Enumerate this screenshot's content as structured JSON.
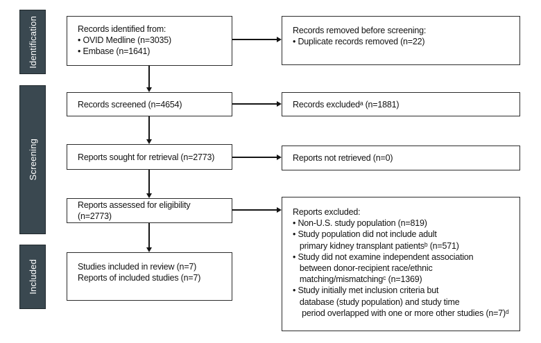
{
  "diagram_type": "prisma-flow-diagram",
  "colors": {
    "stage_bar_fill": "#3a4850",
    "stage_bar_text": "#ffffff",
    "box_border": "#2b2b2b",
    "box_background": "#ffffff",
    "arrow": "#141414",
    "text": "#121212"
  },
  "stages": {
    "identification": {
      "label": "Identification"
    },
    "screening": {
      "label": "Screening"
    },
    "included": {
      "label": "Included"
    }
  },
  "left_boxes": {
    "records_identified": {
      "lines": [
        "Records identified from:",
        "• OVID Medline (n=3035)",
        "• Embase (n=1641)"
      ]
    },
    "records_screened": {
      "lines": [
        "Records screened (n=4654)"
      ]
    },
    "reports_sought": {
      "lines": [
        "Reports sought for retrieval (n=2773)"
      ]
    },
    "reports_assessed": {
      "lines": [
        "Reports assessed for eligibility (n=2773)"
      ]
    },
    "studies_included": {
      "lines": [
        "Studies included in review (n=7)",
        "Reports of included studies (n=7)"
      ]
    }
  },
  "right_boxes": {
    "records_removed": {
      "lines": [
        "Records removed before screening:",
        "• Duplicate records removed (n=22)"
      ]
    },
    "records_excluded": {
      "lines": [
        "Records excludedᵃ (n=1881)"
      ]
    },
    "reports_not_retrieved": {
      "lines": [
        "Reports not retrieved (n=0)"
      ]
    },
    "reports_excluded": {
      "lines": [
        "Reports excluded:",
        "• Non-U.S. study population (n=819)",
        "• Study population did not include adult",
        "   primary kidney transplant patientsᵇ (n=571)",
        "• Study did not examine independent association",
        "   between donor-recipient race/ethnic",
        "   matching/mismatchingᶜ (n=1369)",
        "• Study initially met inclusion criteria but",
        "   database (study population) and study time",
        "    period overlapped with one or more other studies (n=7)ᵈ"
      ]
    }
  }
}
